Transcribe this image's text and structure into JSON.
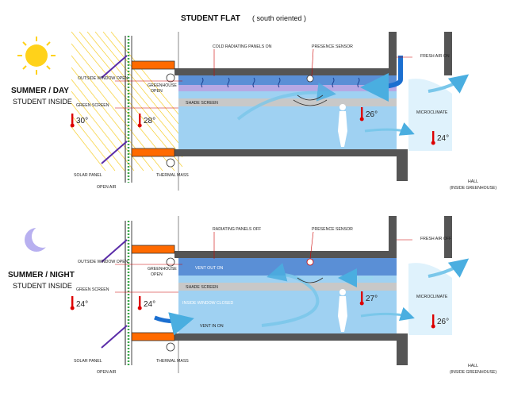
{
  "title": {
    "main": "STUDENT   FLAT",
    "sub": "( south  oriented )"
  },
  "colors": {
    "room": "#9fd1f2",
    "ceiling_band": "#5a8fd6",
    "shade": "#c8c8c8",
    "wall": "#555555",
    "panel": "#ff6a00",
    "arrow": "#4aaee0"
  },
  "day": {
    "mode": "SUMMER / DAY",
    "mode_sub": "STUDENT INSIDE",
    "icon": "sun-icon",
    "t_out": "30°",
    "t_green": "28°",
    "t_room": "26°",
    "t_micro": "24°",
    "labels": {
      "panels": "COLD RADIATING PANELS ON",
      "sensor": "PRESENCE SENSOR",
      "fresh_air": "FRESH AIR ON",
      "outside_window": "OUTSIDE WINDOW OPEN",
      "greenhouse_1": "GREENHOUSE",
      "greenhouse_2": "OPEN",
      "green_screen": "GREEN SCREEN",
      "shade_screen": "SHADE SCREEN",
      "microclimate": "MICROCLIMATE",
      "solar_panel": "SOLAR PANEL",
      "thermal_mass": "THERMAL MASS",
      "open_air": "OPEN AIR",
      "hall_1": "HALL",
      "hall_2": "(INSIDE GREENHOUSE)"
    }
  },
  "night": {
    "mode": "SUMMER / NIGHT",
    "mode_sub": "STUDENT INSIDE",
    "icon": "moon-icon",
    "t_out": "24°",
    "t_green": "24°",
    "t_room": "27°",
    "t_micro": "26°",
    "labels": {
      "panels": "RADIATING PANELS OFF",
      "sensor": "PRESENCE SENSOR",
      "fresh_air": "FRESH AIR OFF",
      "outside_window": "OUTSIDE WINDOW OPEN",
      "greenhouse_1": "GREENHOUSE",
      "greenhouse_2": "OPEN",
      "green_screen": "GREEN SCREEN",
      "shade_screen": "SHADE SCREEN",
      "vent_out": "VENT OUT ON",
      "inside_window": "INSIDE WINDOW CLOSED",
      "vent_in": "VENT IN ON",
      "microclimate": "MICROCLIMATE",
      "solar_panel": "SOLAR PANEL",
      "thermal_mass": "THERMAL MASS",
      "open_air": "OPEN AIR",
      "hall_1": "HALL",
      "hall_2": "(INSIDE GREENHOUSE)"
    }
  }
}
